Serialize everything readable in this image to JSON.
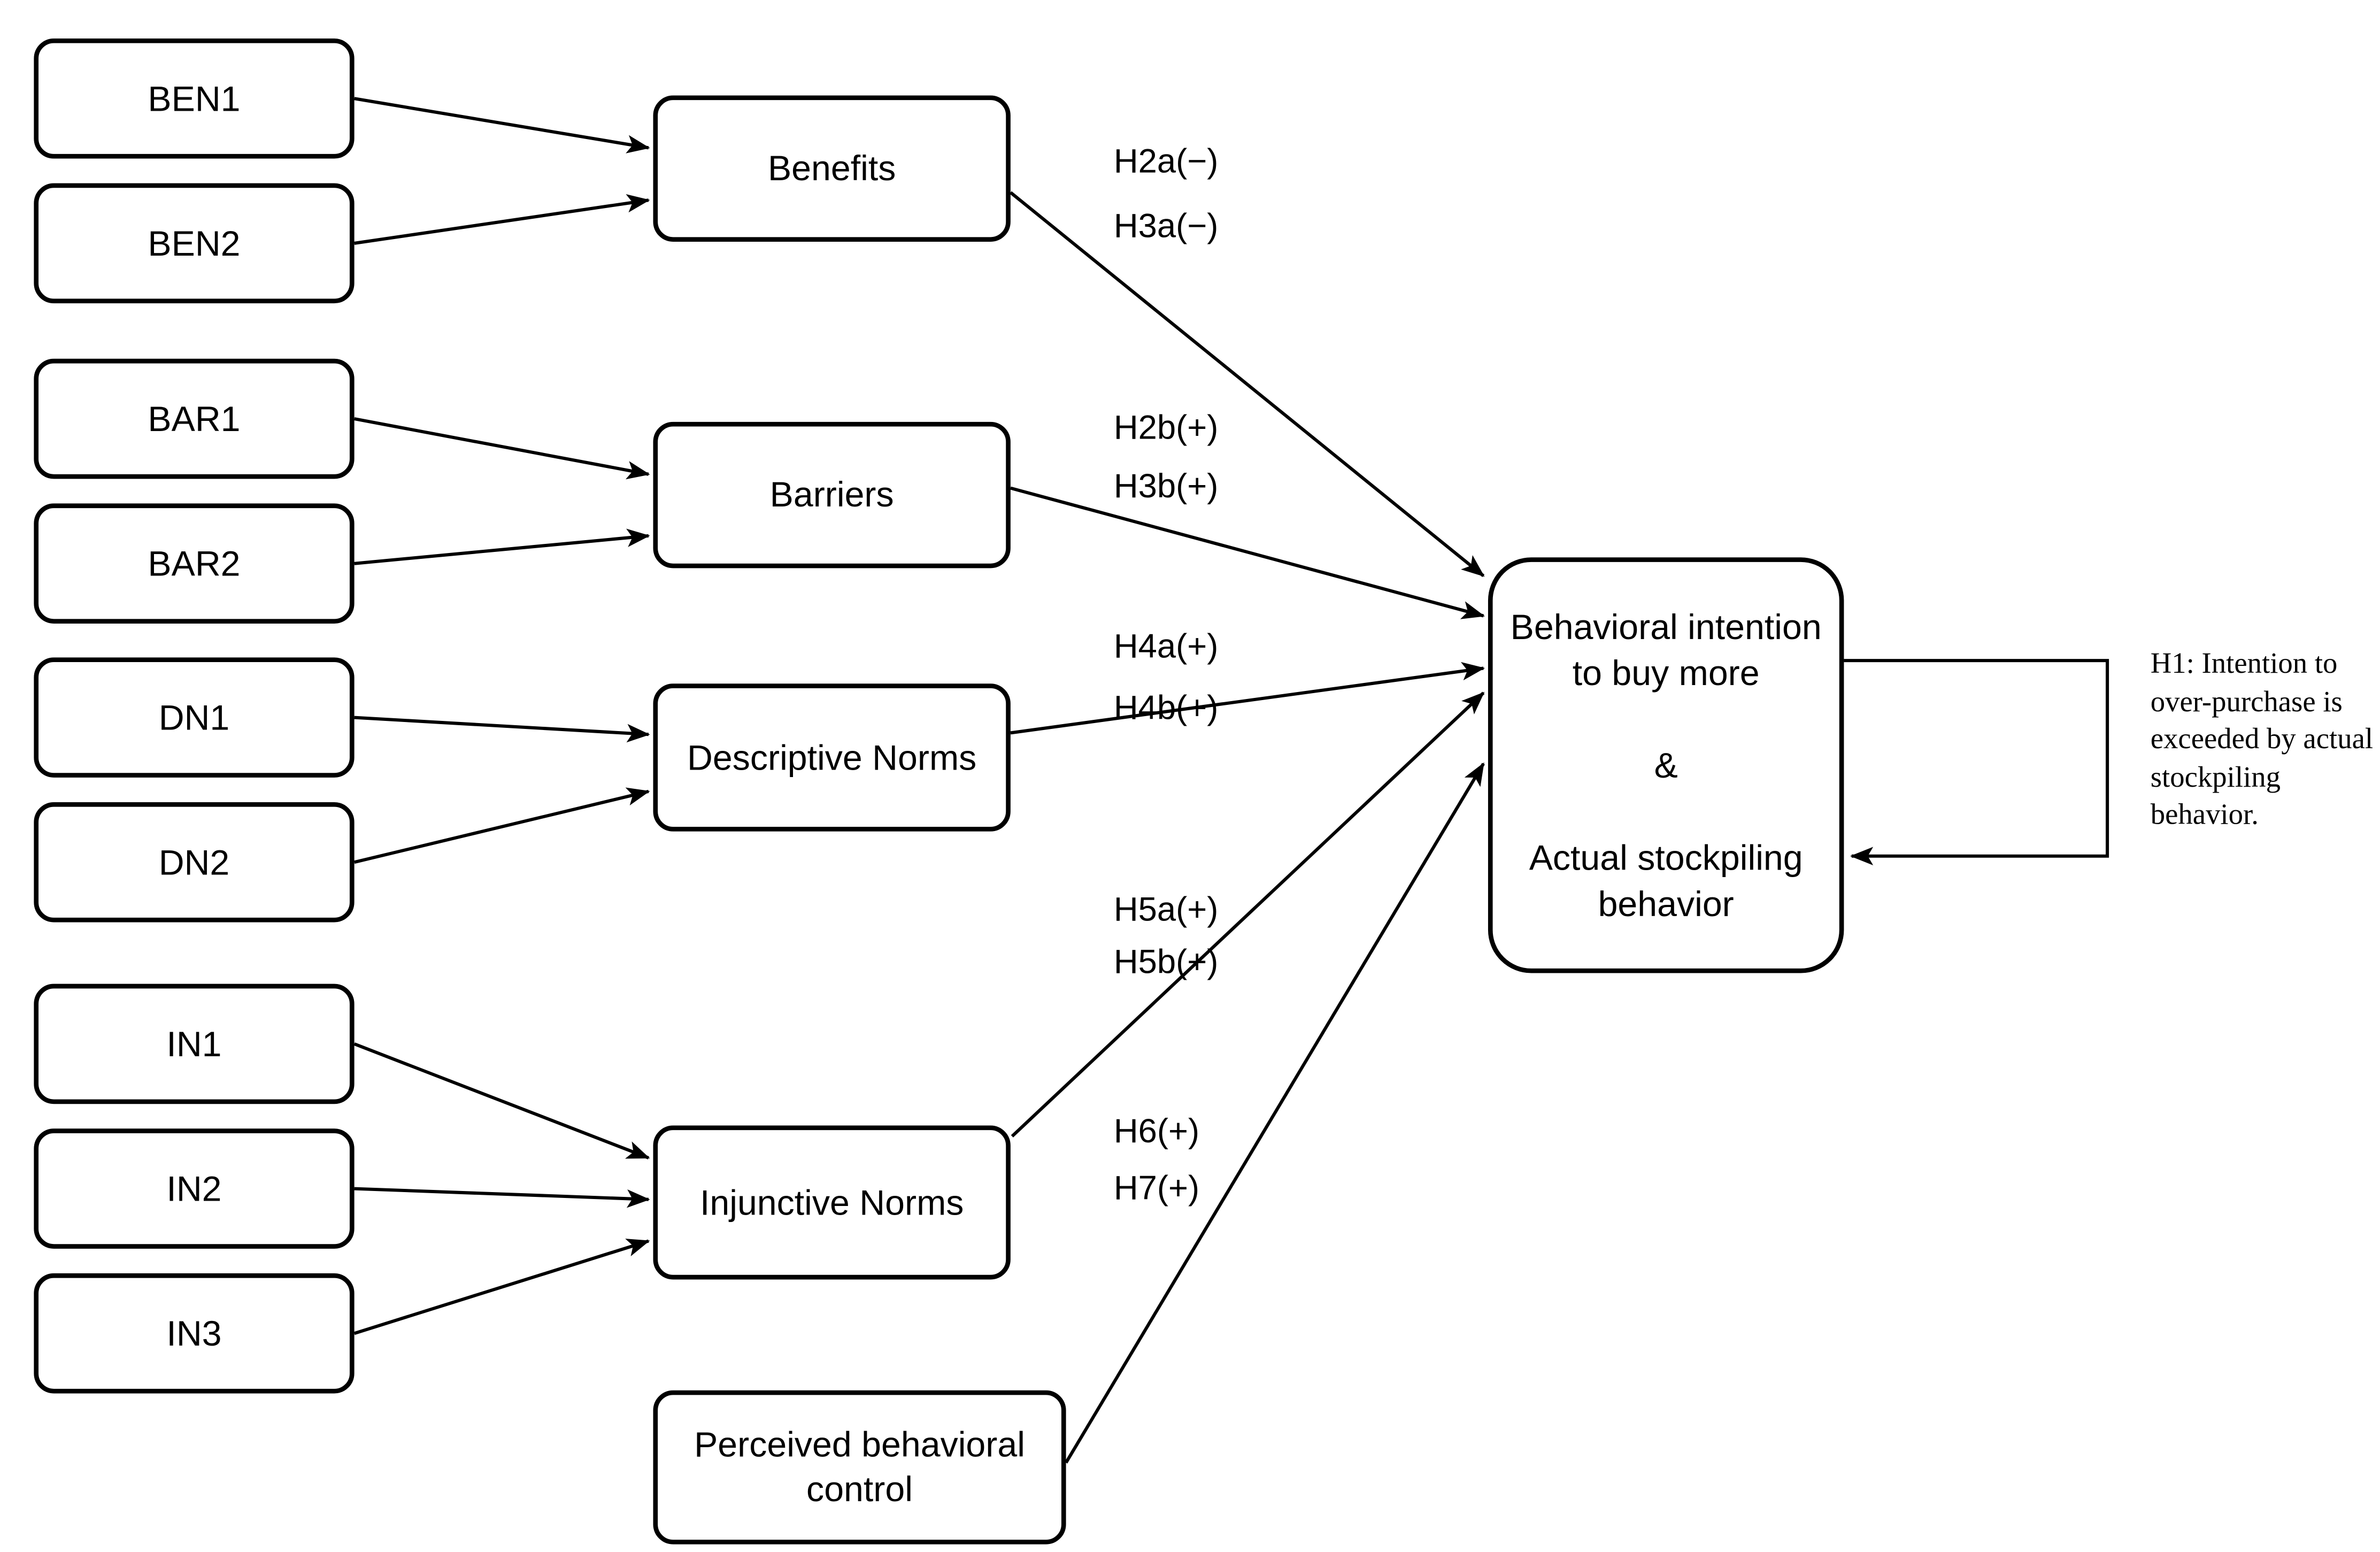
{
  "indicators": [
    "BEN1",
    "BEN2",
    "BAR1",
    "BAR2",
    "DN1",
    "DN2",
    "IN1",
    "IN2",
    "IN3"
  ],
  "constructs": [
    {
      "lines": [
        "Benefits"
      ]
    },
    {
      "lines": [
        "Barriers"
      ]
    },
    {
      "lines": [
        "Descriptive Norms"
      ]
    },
    {
      "lines": [
        "Injunctive Norms"
      ]
    },
    {
      "lines": [
        "Perceived behavioral",
        "control"
      ]
    }
  ],
  "outcome_box": {
    "lines": [
      "Behavioral intention",
      "to buy more",
      "&",
      "Actual stockpiling",
      "behavior"
    ]
  },
  "hypotheses": [
    [
      "H2a(−)",
      "H3a(−)"
    ],
    [
      "H2b(+)",
      "H3b(+)"
    ],
    [
      "H4a(+)",
      "H4b(+)"
    ],
    [
      "H5a(+)",
      "H5b(+)"
    ],
    [
      "H6(+)",
      "H7(+)"
    ]
  ],
  "h1_note": {
    "lines": [
      "H1: Intention to",
      "over-purchase is",
      "exceeded by actual",
      "stockpiling",
      "behavior."
    ]
  },
  "colors": {
    "stroke": "#000000",
    "box_fill": "#ffffff",
    "background": "#ffffff"
  }
}
